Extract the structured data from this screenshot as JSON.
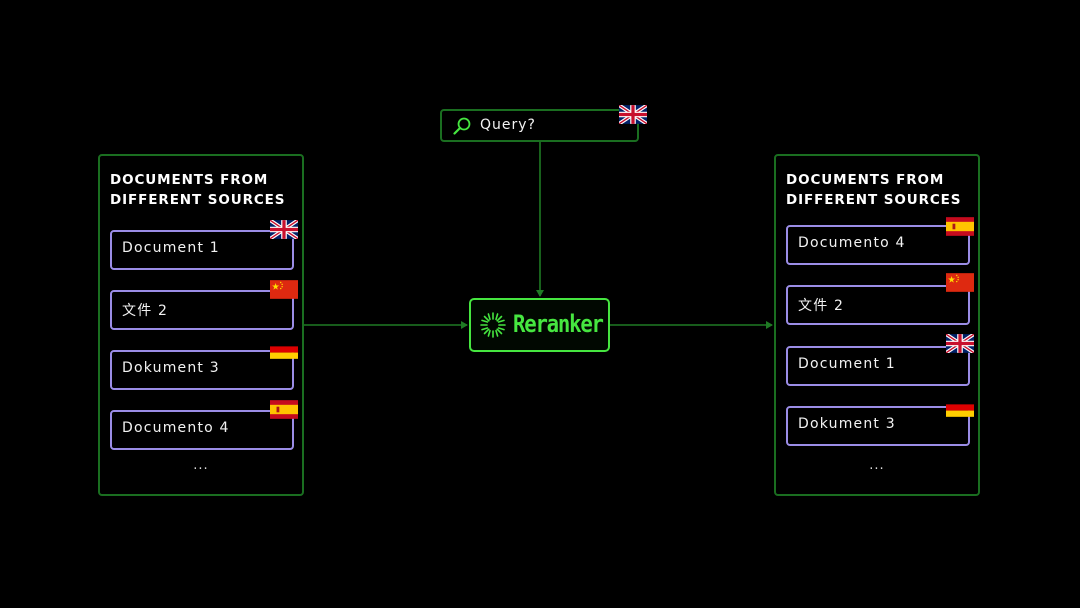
{
  "query": {
    "label": "Query?",
    "language_flag": "uk-flag-icon"
  },
  "reranker": {
    "label": "Reranker",
    "icon": "reranker-logo-icon"
  },
  "input_panel": {
    "title_line1": "DOCUMENTS FROM",
    "title_line2": "DIFFERENT SOURCES",
    "documents": [
      {
        "label": "Document 1",
        "flag": "uk"
      },
      {
        "label": "文件 2",
        "flag": "cn"
      },
      {
        "label": "Dokument 3",
        "flag": "de"
      },
      {
        "label": "Documento 4",
        "flag": "es"
      }
    ],
    "more": "..."
  },
  "output_panel": {
    "title_line1": "DOCUMENTS FROM",
    "title_line2": "DIFFERENT SOURCES",
    "documents": [
      {
        "label": "Documento 4",
        "flag": "es"
      },
      {
        "label": "文件 2",
        "flag": "cn"
      },
      {
        "label": "Document 1",
        "flag": "uk"
      },
      {
        "label": "Dokument 3",
        "flag": "de"
      }
    ],
    "more": "..."
  },
  "colors": {
    "background": "#000000",
    "panel_border": "#1a6e20",
    "doc_border": "#9b8de6",
    "accent": "#46e640",
    "connector": "#1f7a24"
  }
}
